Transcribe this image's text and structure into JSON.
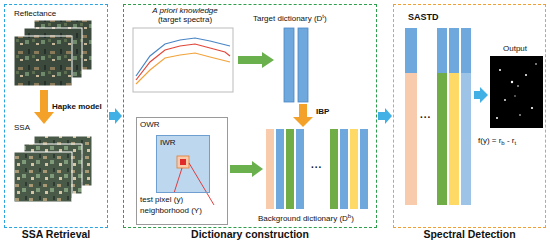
{
  "diagram": {
    "nodes": [
      {
        "text": [
          "SSA Retrieval"
        ]
      },
      {
        "text": [
          "Dictionary construction"
        ]
      },
      {
        "text": [
          "Spectral Detection"
        ]
      },
      {
        "text": [
          "OWR"
        ],
        "in": 1
      },
      {
        "text": [
          "IWR"
        ],
        "in": 3
      }
    ],
    "edges": [
      {
        "from": 0,
        "to": 1,
        "arrow": "to"
      },
      {
        "from": 1,
        "to": 2,
        "arrow": "to"
      }
    ],
    "labels": [
      "Reflectance",
      "Hapke model",
      "SSA",
      "A priori knowledge",
      "(target spectra)",
      "Target dictionary (D",
      "t",
      ")",
      "IBP",
      "test pixel (y)",
      "neighborhood (Y)",
      "Background dictionary (D",
      "b",
      ")",
      "SASTD",
      "Output",
      "f(y) = r",
      "b",
      " - r",
      "t",
      "...",
      "..."
    ]
  }
}
